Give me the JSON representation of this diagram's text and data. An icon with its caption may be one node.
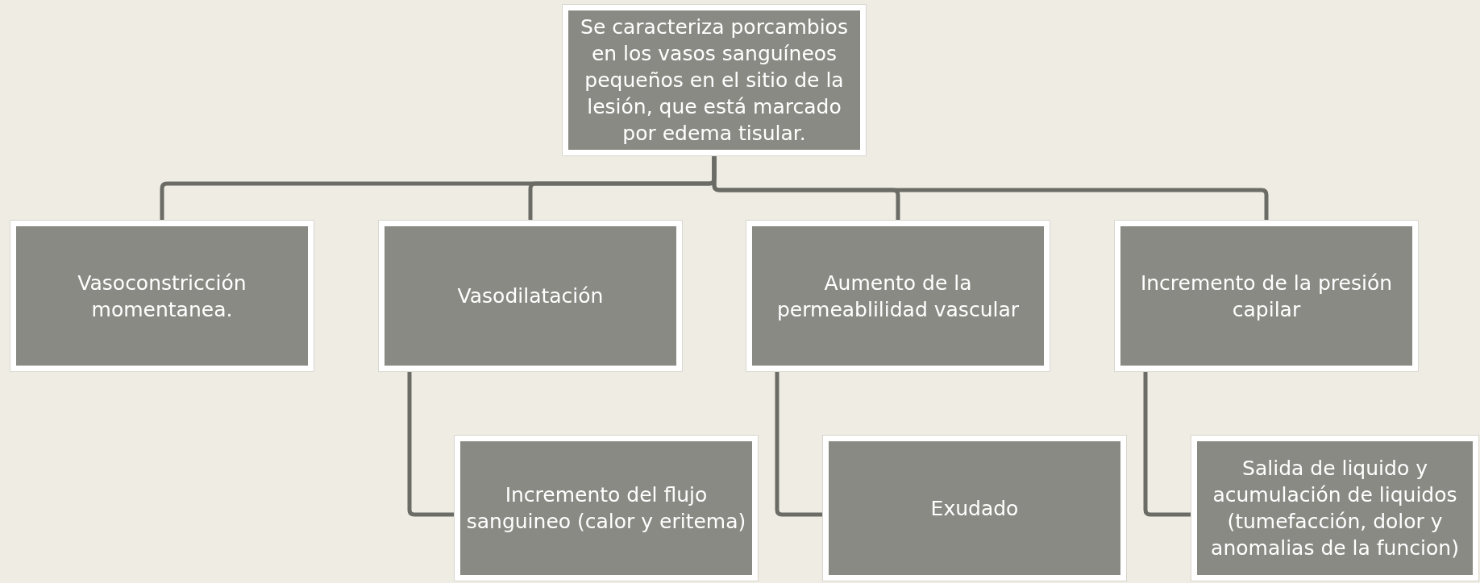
{
  "diagram": {
    "nodes": [
      {
        "text": [
          "Se caracteriza porcambios en los vasos sanguíneos pequeños en el sitio de la lesión, que está marcado por edema tisular."
        ]
      },
      {
        "text": [
          "Vasoconstricción momentanea."
        ]
      },
      {
        "text": [
          "Vasodilatación"
        ]
      },
      {
        "text": [
          "Aumento de la permeablilidad vascular"
        ]
      },
      {
        "text": [
          "Incremento de la presión capilar"
        ]
      },
      {
        "text": [
          "Incremento del flujo sanguineo (calor y eritema)"
        ]
      },
      {
        "text": [
          "Exudado"
        ]
      },
      {
        "text": [
          "Salida de liquido y acumulación de liquidos (tumefacción, dolor y anomalias de la funcion)"
        ]
      }
    ],
    "edges": [
      {
        "from": 0,
        "to": 1,
        "arrow": "none"
      },
      {
        "from": 0,
        "to": 2,
        "arrow": "none"
      },
      {
        "from": 0,
        "to": 3,
        "arrow": "none"
      },
      {
        "from": 0,
        "to": 4,
        "arrow": "none"
      },
      {
        "from": 2,
        "to": 5,
        "arrow": "none"
      },
      {
        "from": 3,
        "to": 6,
        "arrow": "none"
      },
      {
        "from": 4,
        "to": 7,
        "arrow": "none"
      }
    ]
  }
}
